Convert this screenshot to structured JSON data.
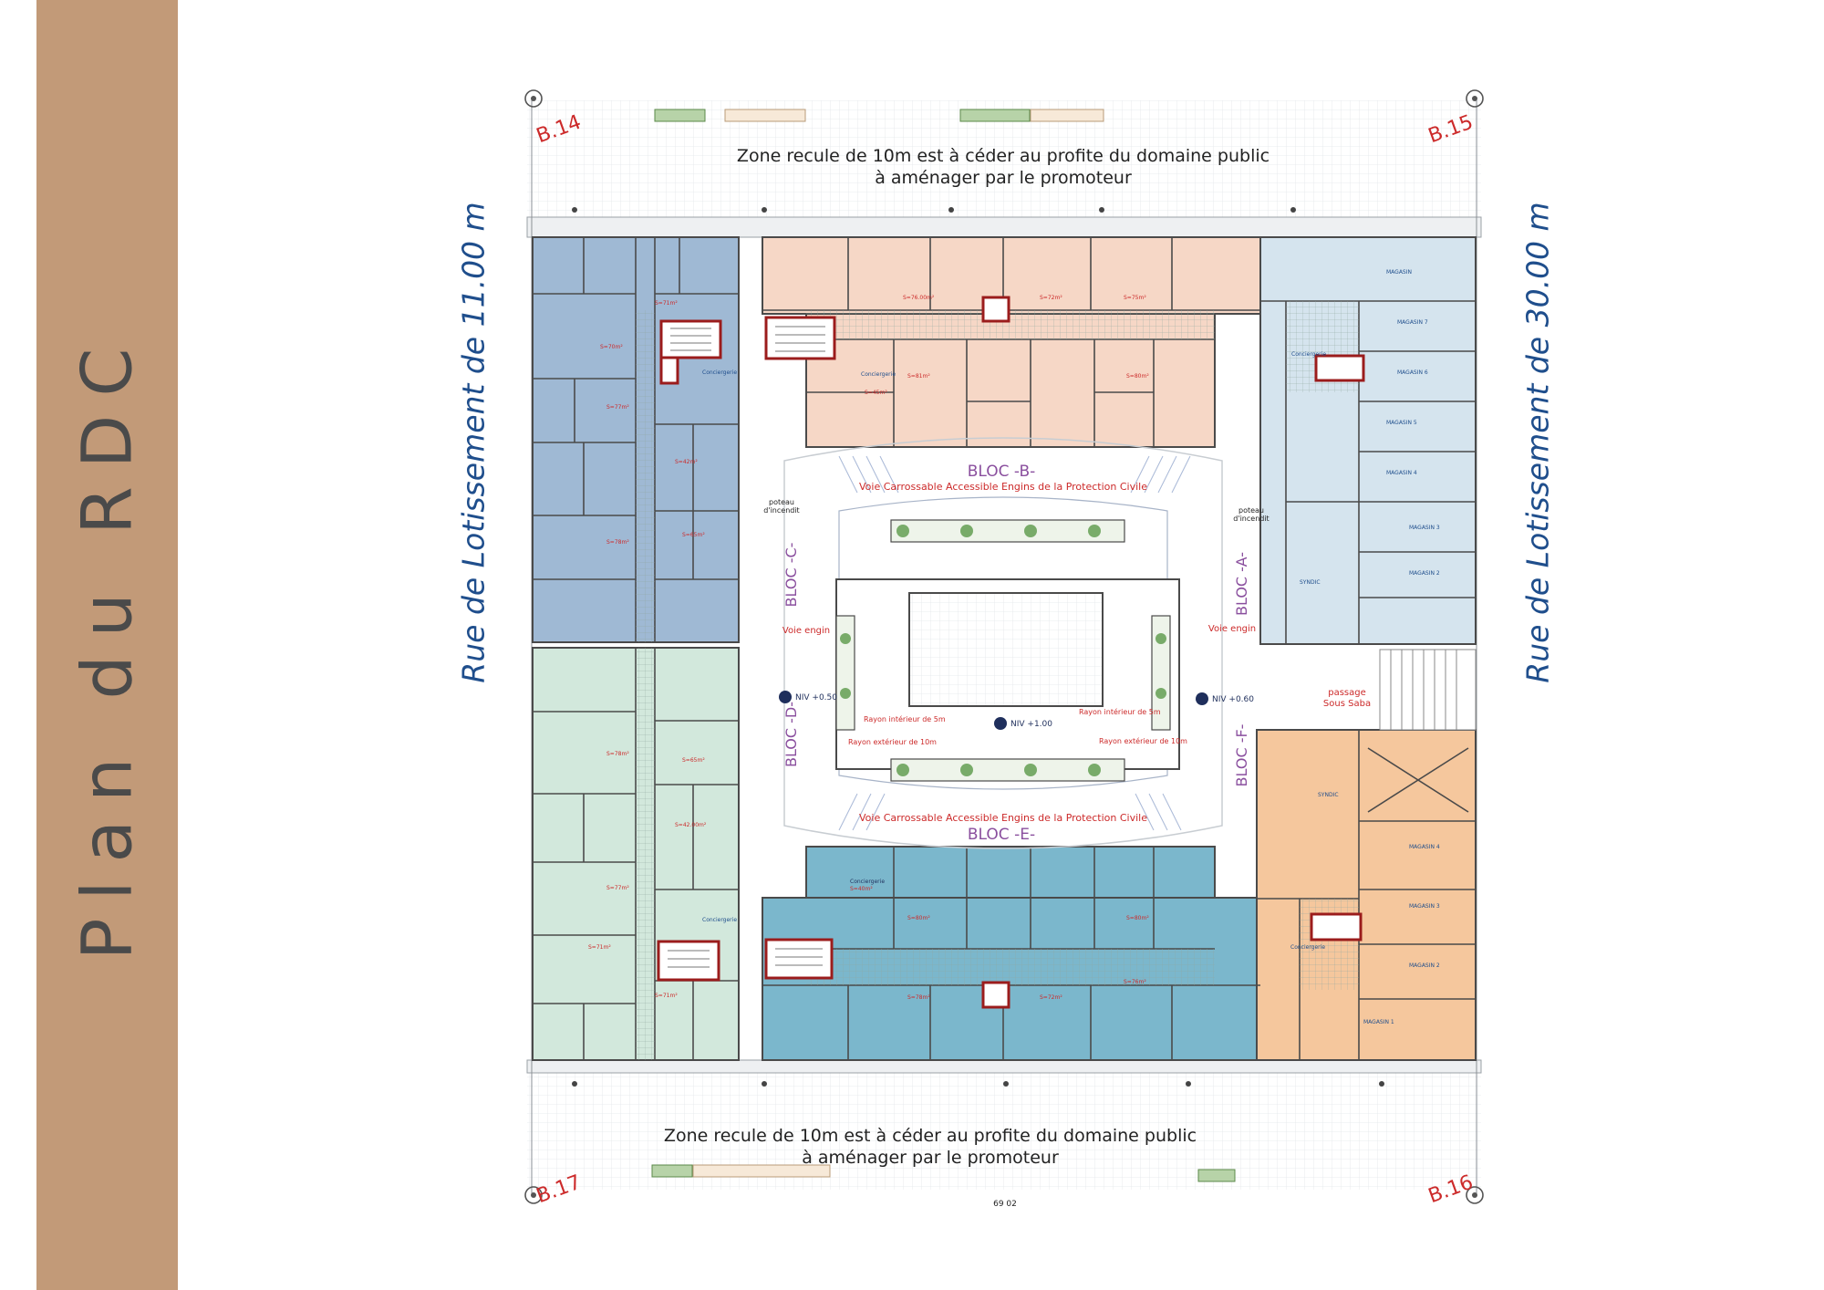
{
  "page": {
    "title": "Plan du RDC",
    "sidebar_color": "#c29a78",
    "street_color": "#1f4e8c"
  },
  "streets": {
    "left": "Rue de Lotissement de 11.00 m",
    "right": "Rue de Lotissement de 30.00 m"
  },
  "zones": {
    "top_line1": "Zone recule de 10m est à céder au profite du domaine public",
    "top_line2": "à aménager par le promoteur",
    "bottom_line1": "Zone recule de 10m est à céder au profite du domaine public",
    "bottom_line2": "à aménager par le promoteur"
  },
  "corners": {
    "top_left": "B.14",
    "top_right": "B.15",
    "bottom_right": "B.16",
    "bottom_left": "B.17"
  },
  "blocs": {
    "a": "BLOC -A-",
    "b": "BLOC -B-",
    "c": "BLOC -C-",
    "d": "BLOC -D-",
    "e": "BLOC -E-",
    "f": "BLOC -F-"
  },
  "annotations": {
    "voie_top": "Voie Carrossable Accessible Engins de la Protection Civile",
    "voie_bottom": "Voie Carrossable Accessible Engins de la Protection Civile",
    "voie_engin_left": "Voie engin",
    "voie_engin_right": "Voie engin",
    "poteau_left_1": "poteau",
    "poteau_left_2": "d'incendit",
    "poteau_right_1": "poteau",
    "poteau_right_2": "d'incendit",
    "niv_left": "NIV +0.50",
    "niv_center": "NIV +1.00",
    "niv_right": "NIV +0.60",
    "rayon_int_left": "Rayon intérieur de 5m",
    "rayon_int_right": "Rayon intérieur de 5m",
    "rayon_ext_left": "Rayon extérieur de 10m",
    "rayon_ext_right": "Rayon extérieur de 10m",
    "passage_1": "passage",
    "passage_2": "Sous Saba",
    "bottom_code": "69 02"
  },
  "rooms": {
    "c_1": "S=70m²",
    "c_2": "S=71m²",
    "c_3": "S=77m²",
    "c_4": "S=78m²",
    "c_5": "S=65m²",
    "c_6": "S=42m²",
    "c_conc": "Conciergerie",
    "b_1": "S=76.00m²",
    "b_2": "S=72m²",
    "b_3": "S=75m²",
    "b_4": "S=81m²",
    "b_5": "S=80m²",
    "b_6": "S=45m²",
    "b_conc": "Conciergerie",
    "a_mag": "MAGASIN",
    "a_mag7": "MAGASIN 7",
    "a_mag6": "MAGASIN 6",
    "a_mag5": "MAGASIN 5",
    "a_mag4": "MAGASIN 4",
    "a_mag3": "MAGASIN 3",
    "a_mag2": "MAGASIN 2",
    "a_syndic": "SYNDIC",
    "a_conc": "Conciergerie",
    "d_1": "S=78m²",
    "d_2": "S=65m²",
    "d_3": "S=42.00m²",
    "d_4": "S=77m²",
    "d_5": "S=71m²",
    "d_6": "S=71m²",
    "d_conc": "Conciergerie",
    "e_1": "S=40m²",
    "e_2": "S=80m²",
    "e_3": "S=80m²",
    "e_4": "S=78m²",
    "e_5": "S=72m²",
    "e_6": "S=76m²",
    "e_conc": "Conciergerie",
    "f_syndic": "SYNDIC",
    "f_mag4": "MAGASIN 4",
    "f_mag3": "MAGASIN 3",
    "f_mag2": "MAGASIN 2",
    "f_mag1": "MAGASIN 1",
    "f_conc": "Conciergerie"
  },
  "colors": {
    "bloc_a": "#d5e4ee",
    "bloc_b": "#f6d7c6",
    "bloc_c": "#9fb9d4",
    "bloc_d": "#d2e8dc",
    "bloc_e": "#7bb7cc",
    "bloc_f": "#f5c79d",
    "wall": "#4a4a4a",
    "stair": "#9b1c1c",
    "label_red": "#cc2a2a",
    "bloc_label": "#8a4f9e",
    "greenery": "#5b9a4a"
  }
}
